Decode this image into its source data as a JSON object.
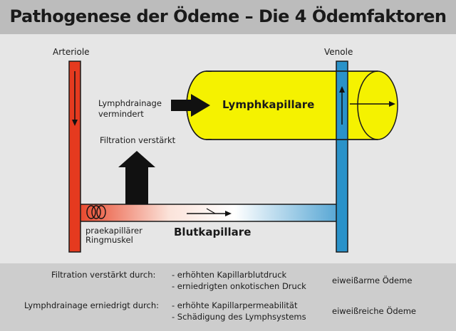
{
  "title": "Pathogenese der Ödeme – Die 4 Ödemfaktoren",
  "diagram": {
    "arteriole_label": "Arteriole",
    "venole_label": "Venole",
    "lymph_capillary_label": "Lymphkapillare",
    "lymph_drainage_label_line1": "Lymphdrainage",
    "lymph_drainage_label_line2": "vermindert",
    "filtration_label": "Filtration verstärkt",
    "sphincter_label_line1": "praekapillärer",
    "sphincter_label_line2": "Ringmuskel",
    "blood_capillary_label": "Blutkapillare",
    "colors": {
      "arteriole": "#e53a1f",
      "venole": "#2a92c9",
      "lymph": "#f5f200",
      "arrow": "#111111"
    }
  },
  "legend": {
    "rows": [
      {
        "cause": "Filtration verstärkt durch:",
        "items": [
          "- erhöhten Kapillarblutdruck",
          "- erniedrigten onkotischen Druck"
        ],
        "result": "eiweißarme Ödeme"
      },
      {
        "cause": "Lymphdrainage erniedrigt durch:",
        "items": [
          "- erhöhte Kapillarpermeabilität",
          "- Schädigung des Lymphsystems"
        ],
        "result": "eiweißreiche Ödeme"
      }
    ]
  }
}
